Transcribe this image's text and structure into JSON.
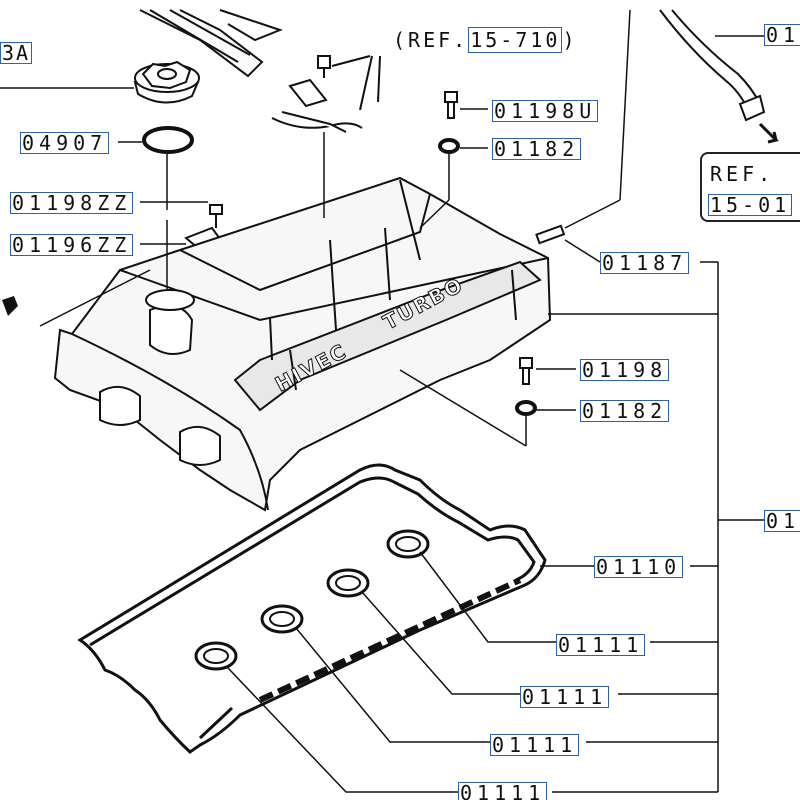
{
  "diagram": {
    "labels": {
      "top_left": "3A",
      "top_right": "01",
      "ref_top": "(REF.15-710)",
      "ref_top_prefix": "(REF.",
      "ref_top_code": "15-710",
      "ref_top_suffix": ")",
      "bolt_top": "01198U",
      "washer_top": "01182",
      "oring": "04907",
      "bolt_small": "01198ZZ",
      "bracket": "01196ZZ",
      "pin": "01187",
      "bolt_mid": "01198",
      "washer_mid": "01182",
      "cover_assembly": "01",
      "gasket": "01110",
      "plug_seal_1": "01111",
      "plug_seal_2": "01111",
      "plug_seal_3": "01111",
      "plug_seal_4": "01111",
      "ref_box_line1": "REF.",
      "ref_box_line2": "15-01"
    },
    "cover_text_1": "HIVEC",
    "cover_text_2": "TURBO"
  }
}
